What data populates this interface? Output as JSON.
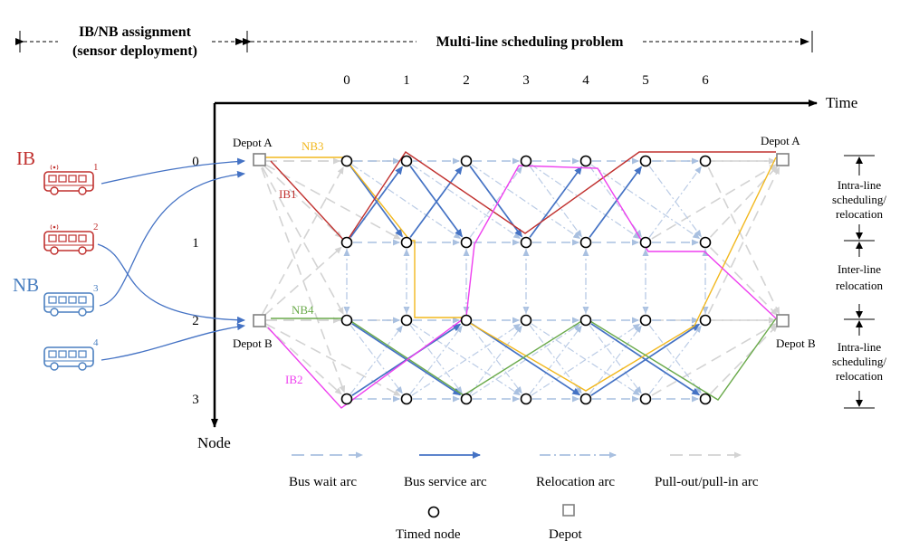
{
  "header": {
    "left_title_line1": "IB/NB assignment",
    "left_title_line2": "(sensor deployment)",
    "right_title": "Multi-line scheduling problem"
  },
  "axes": {
    "time_label": "Time",
    "node_label": "Node",
    "time_ticks": [
      "0",
      "1",
      "2",
      "3",
      "4",
      "5",
      "6"
    ],
    "node_ticks": [
      "0",
      "1",
      "2",
      "3"
    ]
  },
  "depots": {
    "left_a": "Depot A",
    "left_b": "Depot B",
    "right_a": "Depot A",
    "right_b": "Depot B"
  },
  "buses": {
    "ib_label": "IB",
    "nb_label": "NB",
    "items": [
      {
        "num": "1",
        "type": "IB"
      },
      {
        "num": "2",
        "type": "IB"
      },
      {
        "num": "3",
        "type": "NB"
      },
      {
        "num": "4",
        "type": "NB"
      }
    ]
  },
  "routes": [
    {
      "label": "NB3",
      "color": "#F2B81E"
    },
    {
      "label": "IB1",
      "color": "#C0302E"
    },
    {
      "label": "NB4",
      "color": "#6AAA4B"
    },
    {
      "label": "IB2",
      "color": "#EE3FEF"
    }
  ],
  "colors": {
    "ib": "#C0302E",
    "nb": "#4A7FC0",
    "service": "#4472C4",
    "wait": "#A9C0E0",
    "pull": "#D3D3D3",
    "depot": "#808080"
  },
  "side_labels": [
    {
      "lines": [
        "Intra-line",
        "scheduling/",
        "relocation"
      ]
    },
    {
      "lines": [
        "Inter-line",
        "relocation"
      ]
    },
    {
      "lines": [
        "Intra-line",
        "scheduling/",
        "relocation"
      ]
    }
  ],
  "legend": [
    {
      "key": "wait",
      "label": "Bus wait arc"
    },
    {
      "key": "service",
      "label": "Bus service arc"
    },
    {
      "key": "relocation",
      "label": "Relocation arc"
    },
    {
      "key": "pull",
      "label": "Pull-out/pull-in arc"
    }
  ],
  "legend_symbols": {
    "timed_node": "Timed node",
    "depot": "Depot"
  }
}
